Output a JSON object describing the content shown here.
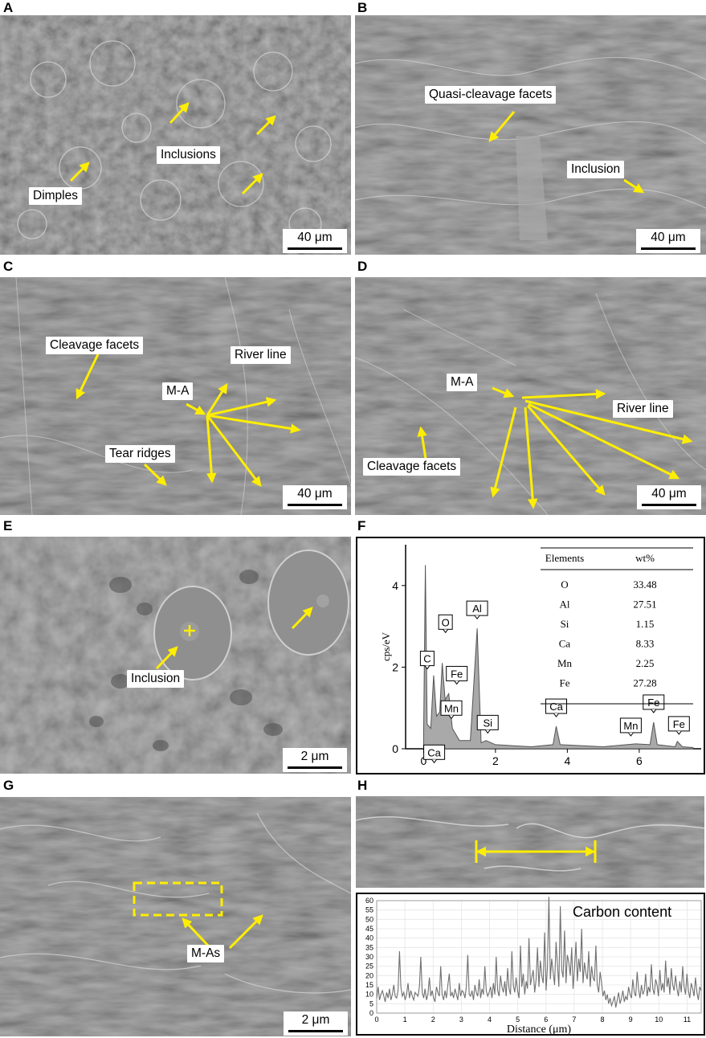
{
  "panels": {
    "A": {
      "label": "A",
      "scale": "40 μm",
      "annotations": {
        "inclusions": "Inclusions",
        "dimples": "Dimples"
      }
    },
    "B": {
      "label": "B",
      "scale": "40 μm",
      "annotations": {
        "quasi": "Quasi-cleavage facets",
        "inclusion": "Inclusion"
      }
    },
    "C": {
      "label": "C",
      "scale": "40 μm",
      "annotations": {
        "cleavage": "Cleavage facets",
        "river": "River line",
        "ma": "M-A",
        "tear": "Tear ridges"
      }
    },
    "D": {
      "label": "D",
      "scale": "40 μm",
      "annotations": {
        "ma": "M-A",
        "river": "River line",
        "cleavage": "Cleavage facets"
      }
    },
    "E": {
      "label": "E",
      "scale": "2 μm",
      "annotations": {
        "inclusion": "Inclusion"
      }
    },
    "F": {
      "label": "F"
    },
    "G": {
      "label": "G",
      "scale": "2 μm",
      "annotations": {
        "mas": "M-As"
      }
    },
    "H": {
      "label": "H"
    }
  },
  "colors": {
    "arrow": "#ffee00",
    "sem_base": "#8a8a8a",
    "spectrum": "#a9a9a9"
  },
  "chart_data": [
    {
      "type": "area",
      "ylabel": "cps/eV",
      "xlim": [
        -0.5,
        7.5
      ],
      "ylim": [
        0,
        5
      ],
      "xticks": [
        0,
        2,
        4,
        6
      ],
      "yticks": [
        0,
        2,
        4
      ],
      "peaks": [
        {
          "element": "C",
          "x": 0.28,
          "y": 1.8
        },
        {
          "element": "O",
          "x": 0.52,
          "y": 2.1
        },
        {
          "element": "Fe",
          "x": 0.7,
          "y": 1.35
        },
        {
          "element": "Mn",
          "x": 0.64,
          "y": 0.9
        },
        {
          "element": "Ca",
          "x": 0.34,
          "y": 0.25
        },
        {
          "element": "Al",
          "x": 1.49,
          "y": 2.95
        },
        {
          "element": "Si",
          "x": 1.74,
          "y": 0.15
        },
        {
          "element": "Ca",
          "x": 3.69,
          "y": 0.55
        },
        {
          "element": "Mn",
          "x": 5.9,
          "y": 0.08
        },
        {
          "element": "Fe",
          "x": 6.4,
          "y": 0.65
        },
        {
          "element": "Fe",
          "x": 7.06,
          "y": 0.12
        }
      ],
      "spectrum": [
        [
          0,
          0.3
        ],
        [
          0.05,
          4.5
        ],
        [
          0.1,
          0.6
        ],
        [
          0.2,
          0.5
        ],
        [
          0.28,
          1.8
        ],
        [
          0.36,
          0.8
        ],
        [
          0.45,
          0.9
        ],
        [
          0.52,
          2.1
        ],
        [
          0.6,
          1.2
        ],
        [
          0.7,
          1.35
        ],
        [
          0.8,
          0.5
        ],
        [
          1.0,
          0.2
        ],
        [
          1.3,
          0.2
        ],
        [
          1.49,
          2.95
        ],
        [
          1.6,
          0.15
        ],
        [
          1.74,
          0.2
        ],
        [
          2.0,
          0.1
        ],
        [
          3.0,
          0.05
        ],
        [
          3.6,
          0.1
        ],
        [
          3.69,
          0.55
        ],
        [
          3.8,
          0.1
        ],
        [
          5.0,
          0.05
        ],
        [
          5.9,
          0.12
        ],
        [
          6.3,
          0.1
        ],
        [
          6.4,
          0.65
        ],
        [
          6.5,
          0.1
        ],
        [
          7.0,
          0.05
        ],
        [
          7.06,
          0.18
        ],
        [
          7.2,
          0.05
        ],
        [
          7.5,
          0.03
        ]
      ],
      "table": {
        "headers": [
          "Elements",
          "wt%"
        ],
        "rows": [
          [
            "O",
            "33.48"
          ],
          [
            "Al",
            "27.51"
          ],
          [
            "Si",
            "1.15"
          ],
          [
            "Ca",
            "8.33"
          ],
          [
            "Mn",
            "2.25"
          ],
          [
            "Fe",
            "27.28"
          ]
        ]
      }
    },
    {
      "type": "line",
      "title": "Carbon content",
      "xlabel": "Distance (μm)",
      "xlim": [
        0,
        11.5
      ],
      "ylim": [
        0,
        60
      ],
      "xticks": [
        0,
        1,
        2,
        3,
        4,
        5,
        6,
        7,
        8,
        9,
        10,
        11
      ],
      "yticks": [
        0,
        5,
        10,
        15,
        20,
        25,
        30,
        35,
        40,
        45,
        50,
        55,
        60
      ],
      "series": [
        {
          "values": [
            8,
            14,
            7,
            10,
            12,
            9,
            6,
            11,
            8,
            13,
            7,
            10,
            15,
            9,
            8,
            12,
            33,
            14,
            9,
            11,
            7,
            10,
            16,
            8,
            12,
            9,
            7,
            11,
            10,
            9,
            14,
            30,
            11,
            8,
            13,
            7,
            10,
            19,
            9,
            12,
            8,
            6,
            14,
            11,
            9,
            25,
            10,
            7,
            12,
            8,
            15,
            21,
            9,
            11,
            8,
            13,
            10,
            7,
            16,
            9,
            12,
            11,
            8,
            14,
            31,
            10,
            9,
            12,
            7,
            15,
            11,
            9,
            18,
            8,
            13,
            10,
            25,
            12,
            9,
            11,
            14,
            8,
            16,
            10,
            30,
            12,
            9,
            20,
            14,
            11,
            17,
            9,
            24,
            13,
            10,
            33,
            15,
            11,
            19,
            12,
            8,
            36,
            14,
            21,
            10,
            17,
            13,
            40,
            15,
            19,
            23,
            11,
            18,
            35,
            14,
            28,
            20,
            16,
            43,
            12,
            25,
            62,
            18,
            29,
            22,
            15,
            38,
            26,
            14,
            57,
            23,
            19,
            44,
            16,
            31,
            27,
            20,
            35,
            13,
            24,
            38,
            17,
            29,
            22,
            45,
            16,
            27,
            21,
            18,
            33,
            14,
            25,
            19,
            17,
            36,
            15,
            11,
            22,
            16,
            9,
            12,
            7,
            10,
            5,
            8,
            4,
            6,
            9,
            3,
            7,
            11,
            5,
            8,
            12,
            6,
            9,
            7,
            14,
            10,
            8,
            18,
            11,
            9,
            22,
            13,
            8,
            15,
            10,
            12,
            21,
            9,
            14,
            11,
            26,
            13,
            10,
            18,
            15,
            9,
            23,
            12,
            16,
            11,
            28,
            14,
            19,
            10,
            24,
            15,
            12,
            20,
            13,
            9,
            17,
            11,
            25,
            14,
            10,
            21,
            12,
            8,
            16,
            13,
            9,
            19,
            11,
            7,
            14,
            12
          ]
        }
      ]
    }
  ]
}
